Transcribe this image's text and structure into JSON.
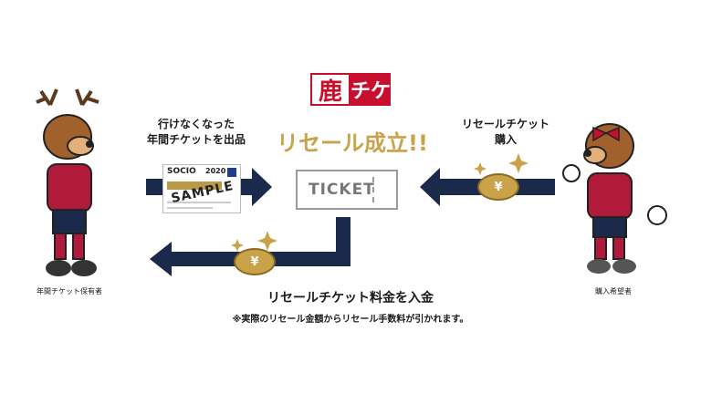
{
  "logo": {
    "char1": "鹿",
    "char2": "チケ"
  },
  "headline": "リセール成立!!",
  "labels": {
    "seller_action_line1": "行けなくなった",
    "seller_action_line2": "年間チケットを出品",
    "buyer_action_line1": "リセールチケット",
    "buyer_action_line2": "購入",
    "payout": "リセールチケット料金を入金",
    "note": "※実際のリセール金額からリセール手数料が引かれます。"
  },
  "captions": {
    "seller": "年間チケット保有者",
    "buyer": "購入希望者"
  },
  "ticket": {
    "text": "TICKET"
  },
  "card": {
    "brand": "SOCIO",
    "year": "2020",
    "stamp": "SAMPLE"
  },
  "coin": {
    "symbol": "¥"
  },
  "colors": {
    "navy": "#1b2a4a",
    "gold": "#c9a24a",
    "red": "#c8102e",
    "gray": "#9a9a9a"
  }
}
